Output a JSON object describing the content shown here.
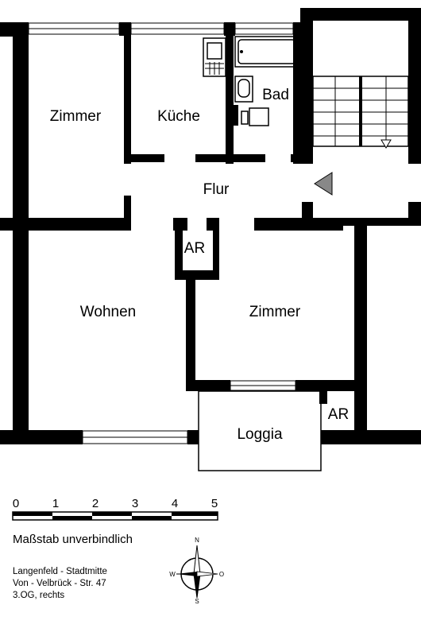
{
  "rooms": {
    "zimmer_1": "Zimmer",
    "kueche": "Küche",
    "bad": "Bad",
    "flur": "Flur",
    "ar_1": "AR",
    "wohnen": "Wohnen",
    "zimmer_2": "Zimmer",
    "loggia": "Loggia",
    "ar_2": "AR"
  },
  "scale": {
    "ticks": [
      "0",
      "1",
      "2",
      "3",
      "4",
      "5"
    ],
    "note": "Maßstab unverbindlich"
  },
  "compass": {
    "n": "N",
    "s": "S",
    "w": "W",
    "o": "O"
  },
  "address": {
    "line1": "Langenfeld - Stadtmitte",
    "line2": "Von - Velbrück - Str. 47",
    "line3": "3.OG, rechts"
  }
}
